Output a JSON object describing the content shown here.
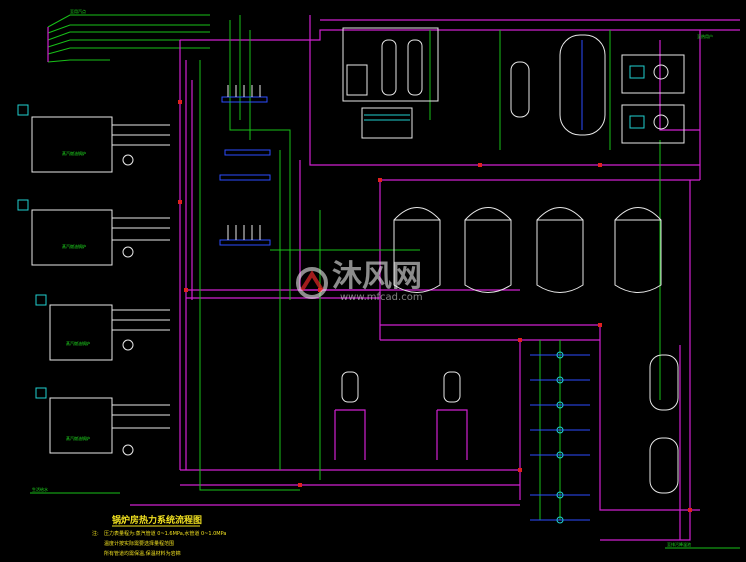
{
  "drawing": {
    "title": "锅炉房热力系统流程图",
    "note_prefix": "注:",
    "note_lines": [
      "压力表量程为:蒸汽管道 0~1.6MPa,水管道 0~1.0MPa",
      "温度计按实际需要选择量程范围",
      "所有管道均需保温,保温材料为岩棉"
    ],
    "boiler_label": "蒸汽燃油锅炉",
    "top_left_label": "至用汽点",
    "right_top_label": "至热用户",
    "bottom_left_label": "生活给水",
    "bottom_right_label": "至排污降温池"
  },
  "watermark": {
    "text": "沐风网",
    "url": "www.mfcad.com"
  },
  "colors": {
    "background": "#000000",
    "pipe_main": "#d020d0",
    "pipe_secondary": "#18c018",
    "equipment": "#e8e8e8",
    "valve": "#2c4cff",
    "marker": "#e02020",
    "text_accent": "#f0e020"
  }
}
